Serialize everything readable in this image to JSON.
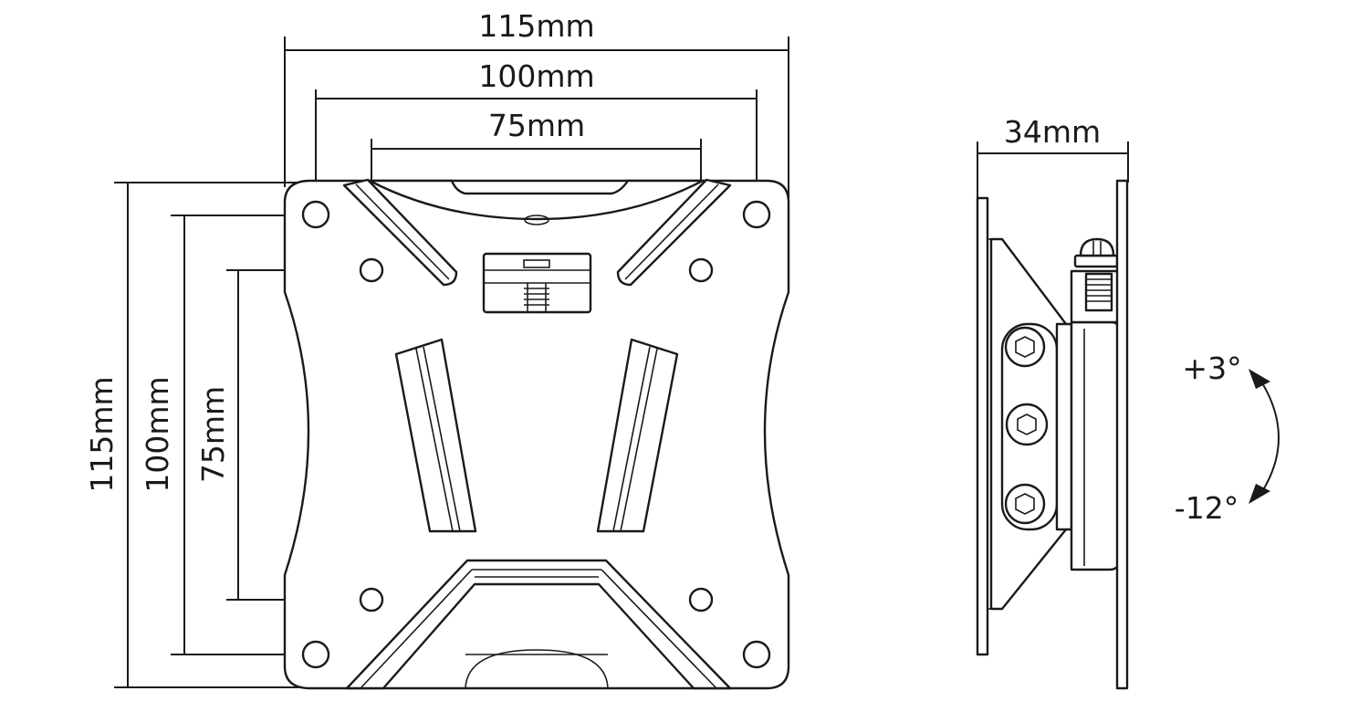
{
  "front_view": {
    "width_outer": "115mm",
    "width_mid": "100mm",
    "width_inner": "75mm",
    "height_outer": "115mm",
    "height_mid": "100mm",
    "height_inner": "75mm"
  },
  "side_view": {
    "depth": "34mm",
    "tilt_up": "+3°",
    "tilt_down": "-12°"
  }
}
